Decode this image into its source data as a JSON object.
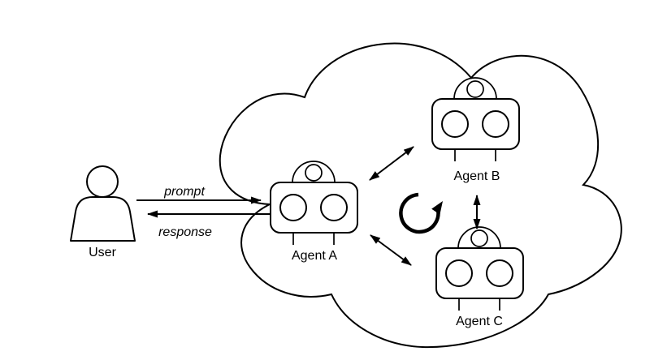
{
  "diagram": {
    "colors": {
      "stroke": "#000000",
      "background": "#ffffff"
    },
    "user": {
      "label": "User"
    },
    "messages": {
      "prompt": "prompt",
      "response": "response"
    },
    "cloud": {
      "agents": [
        {
          "id": "agent-a",
          "label": "Agent A"
        },
        {
          "id": "agent-b",
          "label": "Agent B"
        },
        {
          "id": "agent-c",
          "label": "Agent C"
        }
      ]
    }
  }
}
